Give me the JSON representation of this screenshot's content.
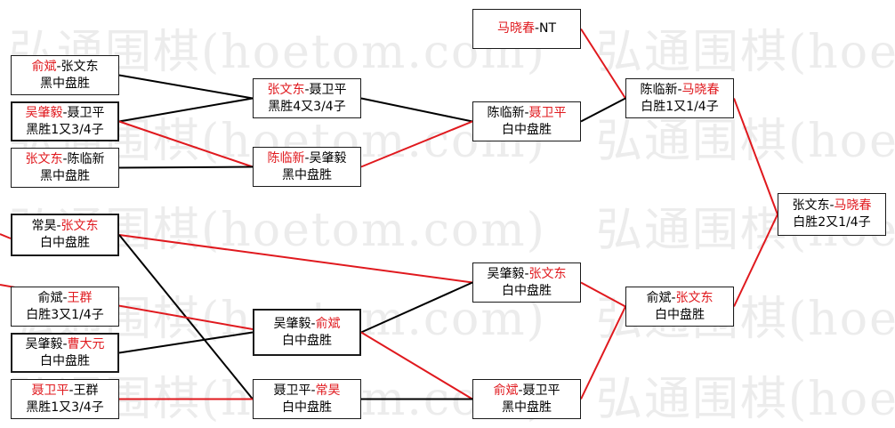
{
  "watermark": "弘通围棋(hoetom.com)",
  "colors": {
    "winner": "#e0191e",
    "loser_line": "#000000",
    "winner_line": "#e0191e"
  },
  "matches": [
    {
      "id": "m1",
      "black": "俞斌",
      "white": "张文东",
      "winner": "black",
      "result": "黑中盘胜"
    },
    {
      "id": "m2",
      "black": "吴肇毅",
      "white": "聂卫平",
      "winner": "black",
      "result": "黑胜1又3/4子"
    },
    {
      "id": "m3",
      "black": "张文东",
      "white": "陈临新",
      "winner": "black",
      "result": "黑中盘胜"
    },
    {
      "id": "m4",
      "black": "常昊",
      "white": "张文东",
      "winner": "white",
      "result": "白中盘胜"
    },
    {
      "id": "m5",
      "black": "俞斌",
      "white": "王群",
      "winner": "white",
      "result": "白胜3又1/4子"
    },
    {
      "id": "m6",
      "black": "吴肇毅",
      "white": "曹大元",
      "winner": "white",
      "result": "白中盘胜"
    },
    {
      "id": "m7",
      "black": "聂卫平",
      "white": "王群",
      "winner": "black",
      "result": "黑胜1又3/4子"
    },
    {
      "id": "m8",
      "black": "张文东",
      "white": "聂卫平",
      "winner": "black",
      "result": "黑胜4又3/4子"
    },
    {
      "id": "m9",
      "black": "陈临新",
      "white": "吴肇毅",
      "winner": "black",
      "result": "黑中盘胜"
    },
    {
      "id": "m10",
      "black": "吴肇毅",
      "white": "俞斌",
      "winner": "white",
      "result": "白中盘胜"
    },
    {
      "id": "m11",
      "black": "聂卫平",
      "white": "常昊",
      "winner": "white",
      "result": "白中盘胜"
    },
    {
      "id": "m12",
      "black": "马晓春",
      "white": "NT",
      "winner": "black",
      "result": ""
    },
    {
      "id": "m13",
      "black": "陈临新",
      "white": "聂卫平",
      "winner": "white",
      "result": "白中盘胜"
    },
    {
      "id": "m14",
      "black": "吴肇毅",
      "white": "张文东",
      "winner": "white",
      "result": "白中盘胜"
    },
    {
      "id": "m15",
      "black": "俞斌",
      "white": "聂卫平",
      "winner": "black",
      "result": "黑中盘胜"
    },
    {
      "id": "m16",
      "black": "陈临新",
      "white": "马晓春",
      "winner": "white",
      "result": "白胜1又1/4子"
    },
    {
      "id": "m17",
      "black": "俞斌",
      "white": "张文东",
      "winner": "white",
      "result": "白中盘胜"
    },
    {
      "id": "m18",
      "black": "张文东",
      "white": "马晓春",
      "winner": "white",
      "result": "白胜2又1/4子"
    }
  ],
  "connections": [
    {
      "from": "m1",
      "to": "m8",
      "color": "black"
    },
    {
      "from": "m2",
      "to": "m8",
      "color": "black"
    },
    {
      "from": "m2",
      "to": "m9",
      "color": "red"
    },
    {
      "from": "m3",
      "to": "m9",
      "color": "black"
    },
    {
      "from": "m4",
      "to": "m14",
      "color": "red"
    },
    {
      "from": "m4",
      "to": "m11",
      "color": "black"
    },
    {
      "from": "m6",
      "to": "m10",
      "color": "black"
    },
    {
      "from": "m7",
      "to": "m11",
      "color": "red"
    },
    {
      "from": "m8",
      "to": "m13",
      "color": "black"
    },
    {
      "from": "m9",
      "to": "m13",
      "color": "red"
    },
    {
      "from": "m10",
      "to": "m14",
      "color": "black"
    },
    {
      "from": "m10",
      "to": "m15",
      "color": "red"
    },
    {
      "from": "m11",
      "to": "m15",
      "color": "black"
    },
    {
      "from": "m12",
      "to": "m16",
      "color": "red"
    },
    {
      "from": "m13",
      "to": "m16",
      "color": "black"
    },
    {
      "from": "m14",
      "to": "m17",
      "color": "red"
    },
    {
      "from": "m15",
      "to": "m17",
      "color": "red"
    },
    {
      "from": "m16",
      "to": "m18",
      "color": "red"
    },
    {
      "from": "m17",
      "to": "m18",
      "color": "red"
    }
  ]
}
